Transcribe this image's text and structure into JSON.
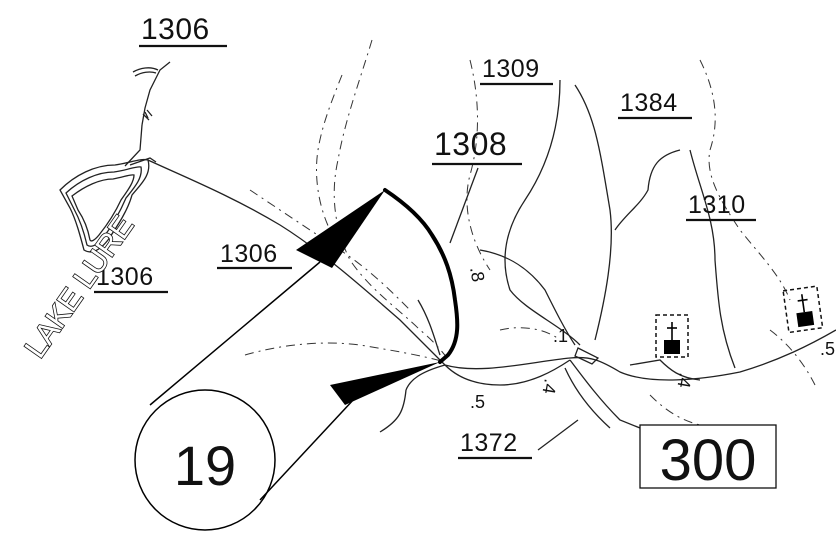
{
  "map": {
    "lake_name": "LAKE LURE",
    "route_number": "19",
    "highway_number": "300",
    "road_labels": [
      {
        "id": "1306-top",
        "text": "1306"
      },
      {
        "id": "1306-left",
        "text": "1306"
      },
      {
        "id": "1306-bottom",
        "text": "1306"
      },
      {
        "id": "1308",
        "text": "1308"
      },
      {
        "id": "1309",
        "text": "1309"
      },
      {
        "id": "1384",
        "text": "1384"
      },
      {
        "id": "1310",
        "text": "1310"
      },
      {
        "id": "1372",
        "text": "1372"
      }
    ],
    "distance_labels": [
      {
        "id": "d-8",
        "text": ".8"
      },
      {
        "id": "d-5a",
        "text": ".5"
      },
      {
        "id": "d-4a",
        "text": ".4"
      },
      {
        "id": "d-1",
        "text": ".1"
      },
      {
        "id": "d-4b",
        "text": ".4"
      },
      {
        "id": "d-5b",
        "text": ".5"
      }
    ],
    "symbols": [
      {
        "id": "church-1",
        "icon": "church-icon"
      },
      {
        "id": "church-2",
        "icon": "church-icon"
      }
    ]
  }
}
